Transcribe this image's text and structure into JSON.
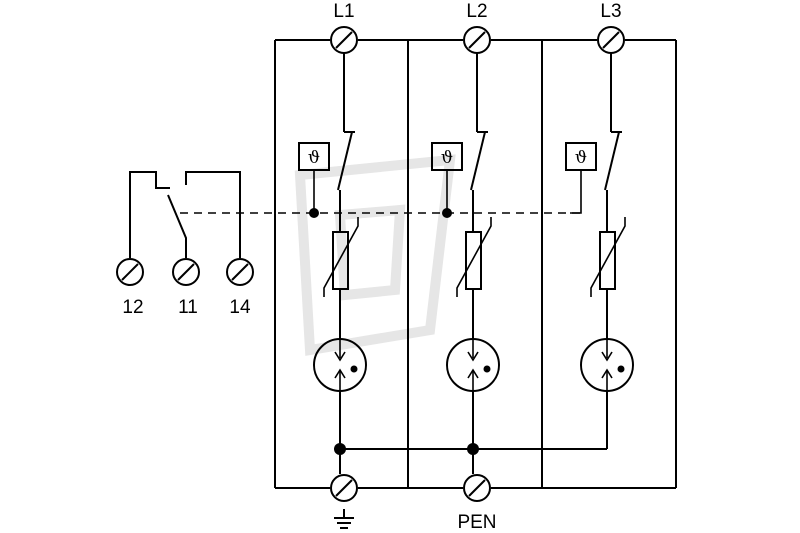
{
  "terminals": {
    "L1": "L1",
    "L2": "L2",
    "L3": "L3",
    "t12": "12",
    "t11": "11",
    "t14": "14",
    "PEN": "PEN"
  },
  "thermal_symbol": "ϑ",
  "icons": [
    "screw-terminal-icon",
    "varistor-icon",
    "spark-gap-icon",
    "thermal-disconnector-icon",
    "earth-ground-icon",
    "changeover-switch-icon"
  ],
  "colors": {
    "line": "#000000",
    "background": "#ffffff",
    "watermark": "#e6e6e6"
  }
}
